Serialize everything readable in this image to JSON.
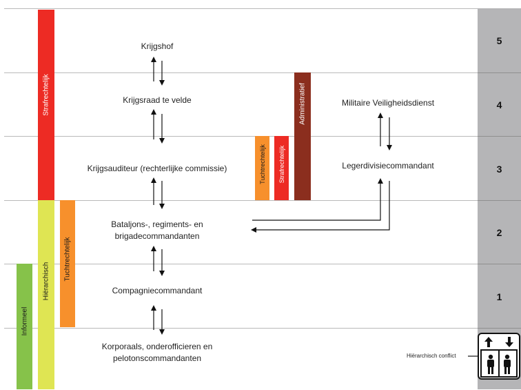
{
  "levels": [
    "5",
    "4",
    "3",
    "2",
    "1"
  ],
  "bars": {
    "strafrechtelijk_main": "Strafrechtelijk",
    "hierarchisch": "Hiërarchisch",
    "tuchtrechtelijk_left": "Tuchtrechtelijk",
    "informeel": "Informeel",
    "tuchtrechtelijk_mid": "Tuchtrechtelijk",
    "strafrechtelijk_mid": "Strafrechtelijk",
    "administratief": "Administratief"
  },
  "nodes": {
    "krijgshof": "Krijgshof",
    "krijgsraad": "Krijgsraad te velde",
    "krijgsauditeur": "Krijgsauditeur (rechterlijke commissie)",
    "bataljons_line1": "Bataljons-, regiments- en",
    "bataljons_line2": "brigadecommandanten",
    "compagnie": "Compagniecommandant",
    "korporaals_line1": "Korporaals, onderofficieren en",
    "korporaals_line2": "pelotonscommandanten",
    "mvd": "Militaire Veiligheidsdienst",
    "legerdivisie": "Legerdivisiecommandant"
  },
  "legend": {
    "hierarchisch_conflict": "Hiërarchisch conflict"
  },
  "colors": {
    "red": "#ed2b24",
    "yellow": "#dfe553",
    "orange": "#f7902c",
    "green": "#86c24a",
    "brown": "#8b2e1e",
    "level_gray": "#b5b5b7"
  },
  "icons": {
    "elevator": "elevator-icon"
  }
}
